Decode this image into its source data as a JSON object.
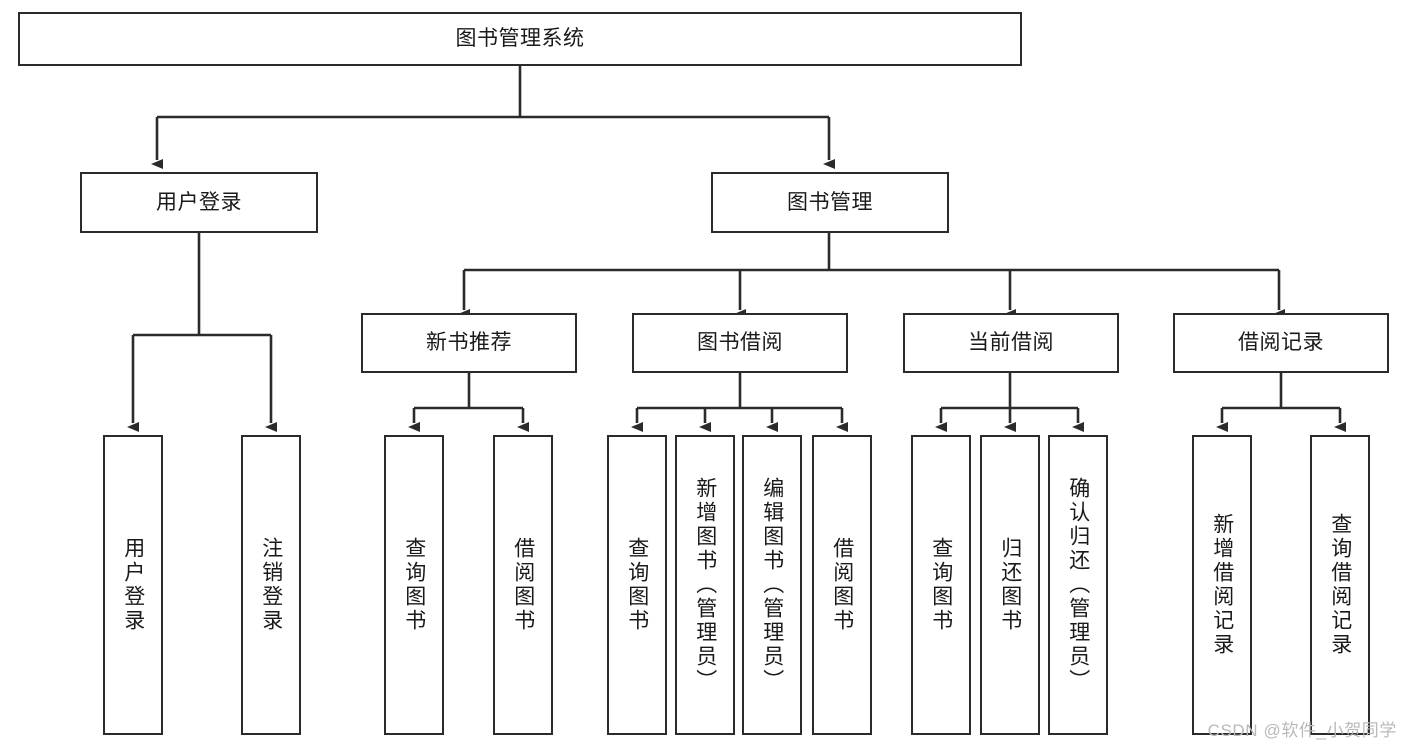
{
  "diagram": {
    "type": "tree",
    "title": "图书管理系统",
    "watermark": "CSDN @软件_小贺同学",
    "colors": {
      "stroke": "#2b2b2b",
      "fill": "#ffffff",
      "text": "#1a1a1a",
      "watermark": "#b9b9b9"
    },
    "nodes": {
      "root": {
        "label": "图书管理系统"
      },
      "level1": [
        {
          "id": "user-login",
          "label": "用户登录"
        },
        {
          "id": "book-manage",
          "label": "图书管理"
        }
      ],
      "level2": [
        {
          "id": "new-book-recommend",
          "label": "新书推荐"
        },
        {
          "id": "book-borrow",
          "label": "图书借阅"
        },
        {
          "id": "current-borrow",
          "label": "当前借阅"
        },
        {
          "id": "borrow-record",
          "label": "借阅记录"
        }
      ],
      "leaves": {
        "user-login": [
          {
            "id": "leaf-user-login",
            "label": "用户登录"
          },
          {
            "id": "leaf-user-logout",
            "label": "注销登录"
          }
        ],
        "new-book-recommend": [
          {
            "id": "leaf-query-book-1",
            "label": "查询图书"
          },
          {
            "id": "leaf-borrow-book-1",
            "label": "借阅图书"
          }
        ],
        "book-borrow": [
          {
            "id": "leaf-query-book-2",
            "label": "查询图书"
          },
          {
            "id": "leaf-add-book",
            "label": "新增图书（管理员）"
          },
          {
            "id": "leaf-edit-book",
            "label": "编辑图书（管理员）"
          },
          {
            "id": "leaf-borrow-book-2",
            "label": "借阅图书"
          }
        ],
        "current-borrow": [
          {
            "id": "leaf-query-book-3",
            "label": "查询图书"
          },
          {
            "id": "leaf-return-book",
            "label": "归还图书"
          },
          {
            "id": "leaf-confirm-return",
            "label": "确认归还（管理员）"
          }
        ],
        "borrow-record": [
          {
            "id": "leaf-add-record",
            "label": "新增借阅记录"
          },
          {
            "id": "leaf-query-record",
            "label": "查询借阅记录"
          }
        ]
      }
    }
  }
}
